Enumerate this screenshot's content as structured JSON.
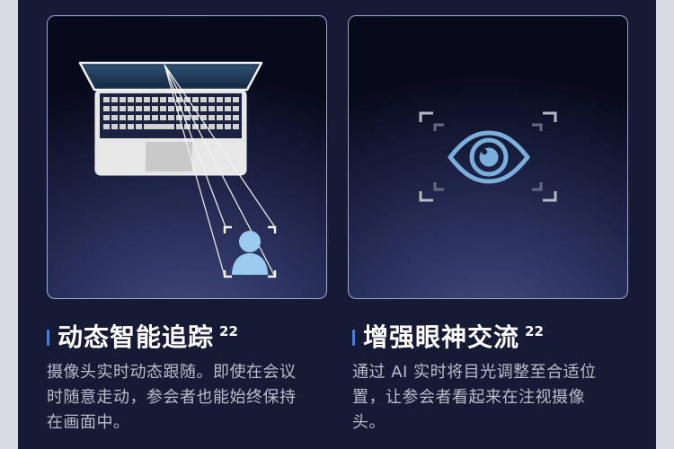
{
  "features": [
    {
      "title": "动态智能追踪",
      "superscript": "22",
      "description": "摄像头实时动态跟随。即使在会议时随意走动，参会者也能始终保持在画面中。",
      "illustration": "laptop-camera-tracking-person"
    },
    {
      "title": "增强眼神交流",
      "superscript": "22",
      "description": "通过 AI 实时将目光调整至合适位置，让参会者看起来在注视摄像头。",
      "illustration": "eye-focus-frame"
    }
  ],
  "colors": {
    "panel_bg": "#161a34",
    "page_bg": "#d8dbe2",
    "accent_bar": "#4f7fd0",
    "person_icon": "#9ccbf0",
    "eye_icon": "#7aaedb",
    "title_text": "#ffffff",
    "desc_text": "#b9bdcb"
  }
}
